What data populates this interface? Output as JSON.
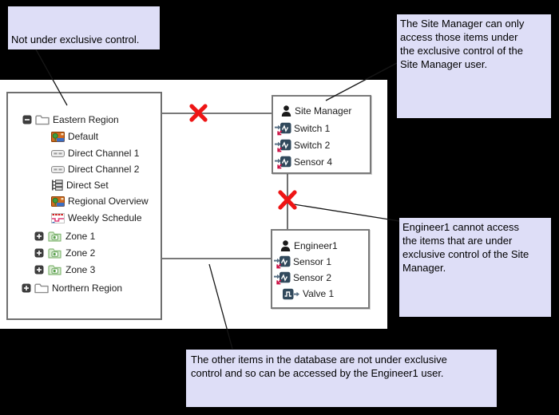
{
  "colors": {
    "background": "#000000",
    "canvas": "#ffffff",
    "callout_bg": "#dedef7",
    "blocked_x": "#ee1515",
    "panel_border": "#6f6f6f",
    "connector_line": "#4d4d4d",
    "io_icon_body": "#31495c",
    "io_icon_arrow_accent": "#cc1144"
  },
  "callouts": {
    "not_exclusive": {
      "lines": [
        "Not under exclusive control."
      ]
    },
    "site_manager_access": {
      "lines": [
        "The Site Manager can only",
        "access those items under",
        "the exclusive control of the",
        "Site Manager user."
      ]
    },
    "engineer_no_access": {
      "lines": [
        "Engineer1 cannot access",
        "the items that are under",
        "exclusive control of the Site",
        "Manager."
      ]
    },
    "other_items": {
      "lines": [
        "The other items in the database are not under exclusive",
        "control and so can be accessed by the Engineer1 user."
      ]
    }
  },
  "tree": {
    "items": [
      {
        "label": "Eastern Region",
        "icon": "folder-icon",
        "expander": "minus"
      },
      {
        "label": "Default",
        "icon": "mimic-icon",
        "expander": "none"
      },
      {
        "label": "Direct Channel 1",
        "icon": "channel-icon",
        "expander": "none"
      },
      {
        "label": "Direct Channel 2",
        "icon": "channel-icon",
        "expander": "none"
      },
      {
        "label": "Direct Set",
        "icon": "set-icon",
        "expander": "none"
      },
      {
        "label": "Regional Overview",
        "icon": "mimic-icon",
        "expander": "none"
      },
      {
        "label": "Weekly Schedule",
        "icon": "schedule-icon",
        "expander": "none"
      },
      {
        "label": "Zone 1",
        "icon": "zone-folder-icon",
        "expander": "plus"
      },
      {
        "label": "Zone 2",
        "icon": "zone-folder-icon",
        "expander": "plus"
      },
      {
        "label": "Zone 3",
        "icon": "zone-folder-icon",
        "expander": "plus"
      },
      {
        "label": "Northern Region",
        "icon": "folder-icon",
        "expander": "plus"
      }
    ]
  },
  "users": {
    "site_manager": {
      "name": "Site Manager",
      "icon": "user-icon",
      "items": [
        {
          "label": "Switch 1",
          "icon": "io-point-icon"
        },
        {
          "label": "Switch 2",
          "icon": "io-point-icon"
        },
        {
          "label": "Sensor 4",
          "icon": "io-point-icon"
        }
      ]
    },
    "engineer": {
      "name": "Engineer1",
      "icon": "user-icon",
      "items": [
        {
          "label": "Sensor 1",
          "icon": "io-point-icon"
        },
        {
          "label": "Sensor 2",
          "icon": "io-point-icon"
        },
        {
          "label": "Valve 1",
          "icon": "output-point-icon"
        }
      ]
    }
  }
}
